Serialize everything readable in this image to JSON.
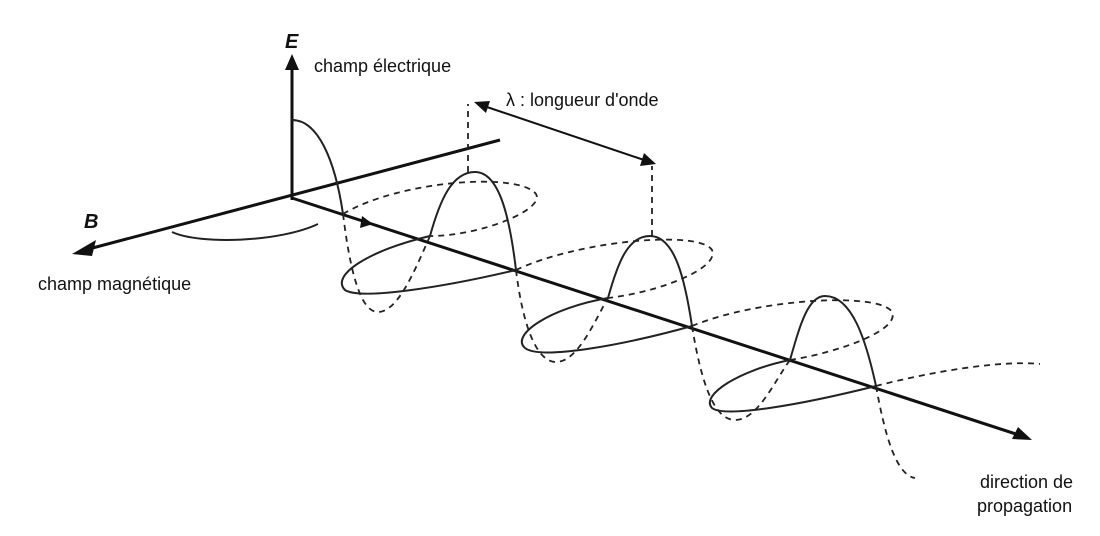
{
  "labels": {
    "e_symbol": "E",
    "e_field": "champ électrique",
    "b_symbol": "B",
    "b_field": "champ magnétique",
    "wavelength": "λ : longueur d'onde",
    "direction_line1": "direction de",
    "direction_line2": "propagation"
  }
}
